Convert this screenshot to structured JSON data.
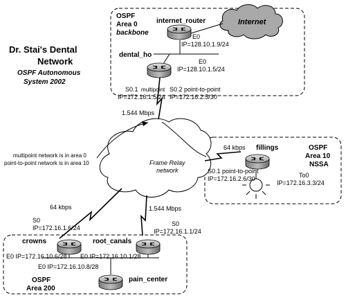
{
  "title": {
    "line1": "Dr. Stai's Dental",
    "line2": "Network",
    "sub1": "OSPF Autonomous",
    "sub2": "System 2002"
  },
  "area0": {
    "l1": "OSPF",
    "l2": "Area 0",
    "l3": "backbone"
  },
  "area10": {
    "l1": "OSPF",
    "l2": "Area 10",
    "l3": "NSSA"
  },
  "area200": {
    "l1": "OSPF",
    "l2": "Area 200"
  },
  "internet": "Internet",
  "frame_relay": {
    "l1": "Frame Relay",
    "l2": "network"
  },
  "routers": {
    "internet_router": "internet_router",
    "dental_ho": "dental_ho",
    "fillings": "fillings",
    "crowns": "crowns",
    "root_canals": "root_canals",
    "pain_center": "pain_center"
  },
  "labels": {
    "ir_e0": "E0",
    "ir_ip": "IP=128.10.1.9/24",
    "ho_e0": "E0",
    "ho_ip": "IP=128.10.1.5/24",
    "s01": "S0.1",
    "s01_type": "multipoint",
    "s01_ip": "IP=172.16.1.5/24",
    "s02": "S0.2 point-to-point",
    "s02_ip": "IP=172.16.2.5/30",
    "ho_speed": "1.544 Mbps",
    "note1": "multipoint network is in area 0",
    "note2": "point-to-point network is in area 10",
    "fill_speed": "64 kbps",
    "fill_s01": "S0.1 point-to-point",
    "fill_ip": "IP=172.16.2.6/30",
    "fill_to0": "To0",
    "fill_to0_ip": "IP=172.16.3.3/24",
    "crowns_speed": "64 kbps",
    "crowns_s0": "S0",
    "crowns_ip": "IP=172.16.1.6/24",
    "root_speed": "1.544 Mbps",
    "root_s0": "S0",
    "root_ip": "IP=172.16.1.1/24",
    "crowns_e0": "E0 IP=172.16.10.6/28",
    "root_e0": "E0 IP=172.16.10.1/28",
    "pain_e0": "E0 IP=172.16.10.8/28"
  }
}
